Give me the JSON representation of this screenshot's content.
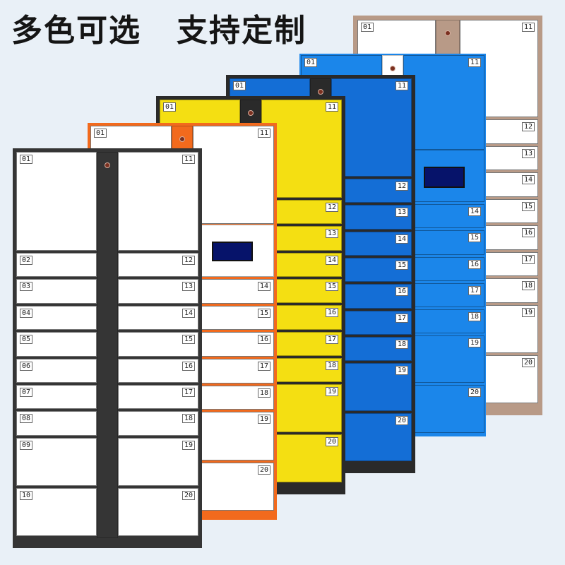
{
  "headline": {
    "left": "多色可选",
    "right": "支持定制"
  },
  "cabinets": [
    {
      "id": "beige",
      "frame": "#b89a87",
      "door": "#ffffff",
      "pillar": "#b89a87",
      "label": "Beige frame white door cabinet"
    },
    {
      "id": "lightblue",
      "frame": "#1b86ea",
      "door": "#1b86ea",
      "pillar": "#ffffff",
      "label": "Light blue cabinet"
    },
    {
      "id": "darkblue",
      "frame": "#2a2a2a",
      "door": "#146ed6",
      "pillar": "#2a2a2a",
      "label": "Dark blue cabinet"
    },
    {
      "id": "yellow",
      "frame": "#2a2a2a",
      "door": "#f4df12",
      "pillar": "#2a2a2a",
      "label": "Yellow cabinet"
    },
    {
      "id": "orange",
      "frame": "#f26a1d",
      "door": "#ffffff",
      "pillar": "#f26a1d",
      "label": "Orange frame white door cabinet"
    },
    {
      "id": "black",
      "frame": "#353535",
      "door": "#ffffff",
      "pillar": "#353535",
      "label": "Black frame white door cabinet"
    }
  ],
  "left_numbers": [
    "01",
    "02",
    "03",
    "04",
    "05",
    "06",
    "07",
    "08",
    "09",
    "10"
  ],
  "right_numbers": [
    "11",
    "12",
    "13",
    "14",
    "15",
    "16",
    "17",
    "18",
    "19",
    "20"
  ]
}
